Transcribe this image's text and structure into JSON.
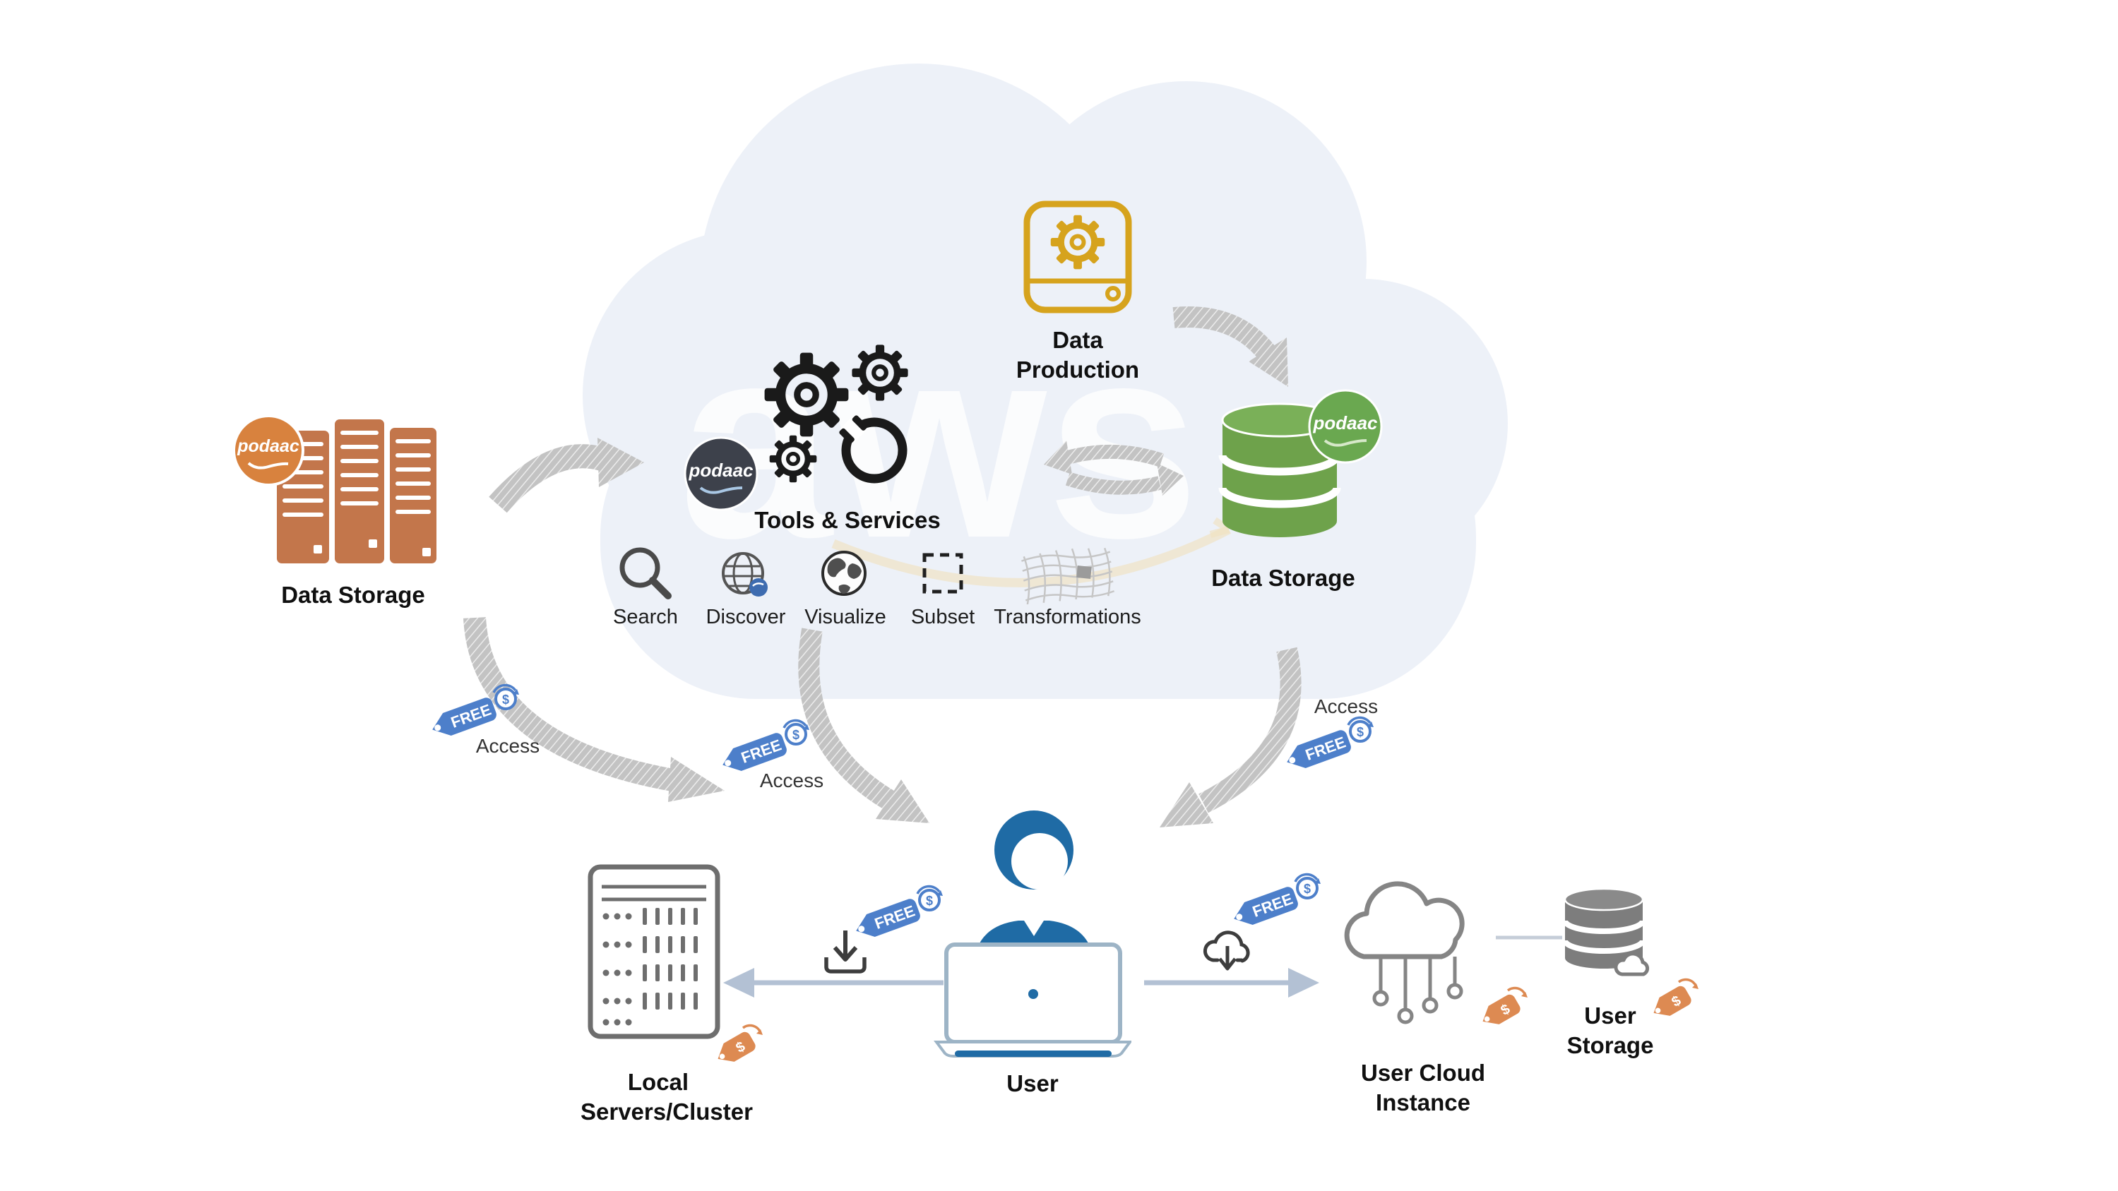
{
  "watermark": {
    "brand": "aws"
  },
  "logos": {
    "podaac": "podaac"
  },
  "nodes": {
    "left_storage": {
      "label": "Data Storage"
    },
    "data_production": {
      "line1": "Data",
      "line2": "Production"
    },
    "tools": {
      "label": "Tools & Services"
    },
    "right_storage": {
      "label": "Data Storage"
    },
    "local_servers": {
      "line1": "Local",
      "line2": "Servers/Cluster"
    },
    "user": {
      "label": "User"
    },
    "user_cloud": {
      "line1": "User Cloud",
      "line2": "Instance"
    },
    "user_storage": {
      "line1": "User",
      "line2": "Storage"
    }
  },
  "services": [
    {
      "name": "search",
      "label": "Search"
    },
    {
      "name": "discover",
      "label": "Discover"
    },
    {
      "name": "visualize",
      "label": "Visualize"
    },
    {
      "name": "subset",
      "label": "Subset"
    },
    {
      "name": "transformations",
      "label": "Transformations"
    }
  ],
  "tags": {
    "free": "FREE",
    "access": "Access",
    "dollar": "$"
  },
  "colors": {
    "podaac_orange": "#c3764b",
    "logo_orange": "#d8823e",
    "production_gold": "#d6a31d",
    "storage_green": "#6ea24b",
    "tag_blue": "#4d7fca",
    "tag_orange": "#dd8a52",
    "user_blue": "#1f6ba5",
    "cloud_watermark": "#edf1f8",
    "arrow_gray": "#c3c3c3"
  }
}
